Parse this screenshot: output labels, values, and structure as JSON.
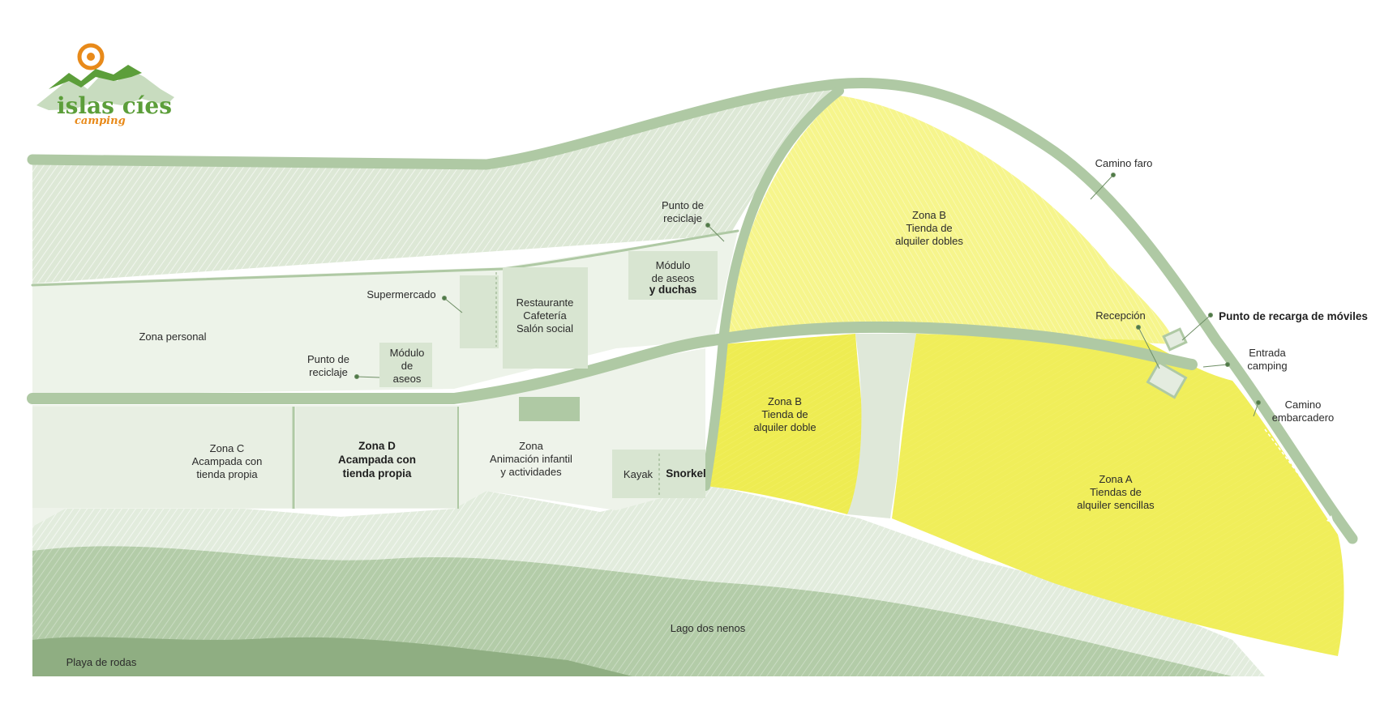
{
  "logo": {
    "name": "islas cíes",
    "tagline": "camping",
    "green": "#5c9e3a",
    "orange": "#e88a1a"
  },
  "colors": {
    "background": "#ffffff",
    "path": "#afc9a4",
    "light_area": "#e7efe2",
    "medium_area": "#d2e1c9",
    "building": "#d8e5d1",
    "dark_area": "#98b68b",
    "yellow_light": "#f6f58c",
    "yellow_strong": "#ebe93a",
    "leader_dot": "#4f7a47"
  },
  "labels": {
    "zona_personal": "Zona personal",
    "supermercado": "Supermercado",
    "restaurante": [
      "Restaurante",
      "Cafetería",
      "Salón social"
    ],
    "punto_reciclaje_top": [
      "Punto de",
      "reciclaje"
    ],
    "punto_reciclaje_mid": [
      "Punto de",
      "reciclaje"
    ],
    "modulo_aseos_duchas": [
      "Módulo",
      "de aseos",
      "y duchas"
    ],
    "modulo_aseos": [
      "Módulo",
      "de",
      "aseos"
    ],
    "zona_c": [
      "Zona C",
      "Acampada con",
      "tienda propia"
    ],
    "zona_d": [
      "Zona D",
      "Acampada con",
      "tienda propia"
    ],
    "zona_animacion": [
      "Zona",
      "Animación infantil",
      "y actividades"
    ],
    "kayak": "Kayak",
    "snorkel": "Snorkel",
    "zona_b_top": [
      "Zona B",
      "Tienda   de",
      "alquiler dobles"
    ],
    "zona_b_left": [
      "Zona B",
      "Tienda   de",
      "alquiler doble"
    ],
    "zona_a": [
      "Zona A",
      "Tiendas de",
      "alquiler sencillas"
    ],
    "camino_faro": "Camino faro",
    "recepcion": "Recepción",
    "punto_recarga": "Punto de recarga de móviles",
    "entrada": [
      "Entrada",
      "camping"
    ],
    "camino_embarcadero": [
      "Camino",
      "embarcadero"
    ],
    "lago": "Lago dos nenos",
    "playa": "Playa de rodas"
  }
}
